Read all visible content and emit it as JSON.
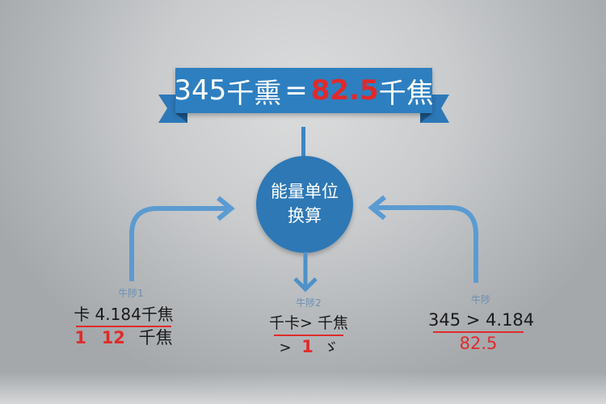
{
  "colors": {
    "ribbon": "#2e7dbd",
    "ribbon_dark": "#1f5e94",
    "circle": "#2f78b5",
    "arrow": "#5b9bd1",
    "red": "#e02b2b",
    "text_dark": "#1a1a1a",
    "step_label": "#6b8fb3"
  },
  "banner": {
    "left_value": "345",
    "left_unit": "千熏",
    "equals": "=",
    "result_value": "82.5",
    "result_unit": "千焦"
  },
  "center_node": {
    "line1": "能量单位",
    "line2": "换算"
  },
  "steps": [
    {
      "label": "牛陟1",
      "line1": "卡 4.184千焦",
      "line2_parts": [
        {
          "text": "1",
          "color": "red"
        },
        {
          "text": "12",
          "color": "red"
        },
        {
          "text": "千焦",
          "color": "dark"
        }
      ]
    },
    {
      "label": "牛陟2",
      "line1": "千卡> 千焦",
      "line2_parts": [
        {
          "text": ">",
          "color": "dark"
        },
        {
          "text": "1",
          "color": "red"
        },
        {
          "text": "ゞ",
          "color": "dark"
        }
      ]
    },
    {
      "label": "牛陟",
      "line1": "345 > 4.184",
      "line2_parts": [
        {
          "text": "82.5",
          "color": "red"
        }
      ]
    }
  ],
  "arrows": [
    {
      "from": "step-1",
      "to": "center-node",
      "direction": "up-then-right"
    },
    {
      "from": "center-node",
      "to": "step-2",
      "direction": "down"
    },
    {
      "from": "step-3",
      "to": "center-node",
      "direction": "up-then-left"
    },
    {
      "from": "banner",
      "to": "center-node",
      "direction": "connector"
    }
  ]
}
